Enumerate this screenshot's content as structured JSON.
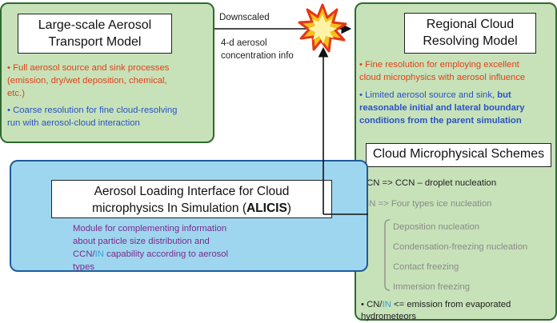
{
  "left_panel": {
    "title_line1": "Large-scale Aerosol",
    "title_line2": "Transport Model",
    "red_line1": "• Full aerosol source and sink processes",
    "red_line2": "(emission, dry/wet deposition, chemical,",
    "red_line3": "etc.)",
    "blue_line1": "• Coarse resolution for fine cloud-resolving",
    "blue_line2": "run with aerosol-cloud interaction"
  },
  "arrow_label": {
    "line1": "Downscaled",
    "line2": "4-d aerosol",
    "line3": "concentration info"
  },
  "right_panel": {
    "title_line1": "Regional Cloud",
    "title_line2": "Resolving Model",
    "red_line1": "• Fine resolution for employing excellent",
    "red_line2": "cloud microphysics with aerosol influence",
    "blue_line1_normal": "• Limited aerosol source and sink, ",
    "blue_line1_bold": "but",
    "blue_line2": "reasonable initial and lateral boundary",
    "blue_line3": "conditions from the parent simulation",
    "schemes_title": "Cloud Microphysical Schemes",
    "cn_line": "• CN => CCN – droplet nucleation",
    "in_line": "• IN => Four types ice nucleation",
    "ice_types": [
      "Deposition nucleation",
      "Condensation-freezing nucleation",
      "Contact freezing",
      "Immersion freezing"
    ],
    "emission_cn": "• CN/",
    "emission_in": "IN",
    "emission_rest": " <= emission from evaporated",
    "emission_line2": "hydrometeors"
  },
  "bottom_panel": {
    "title_line1": "Aerosol Loading Interface for Cloud",
    "title_line2_prefix": "microphysics In Simulation (",
    "title_line2_bold": "ALICIS",
    "title_line2_suffix": ")",
    "desc_line1": "Module for complementing information",
    "desc_line2": "about particle size distribution and",
    "desc_line3_ccn": "CCN/",
    "desc_line3_in": "IN",
    "desc_line3_rest": " capability according to aerosol",
    "desc_line4": "types"
  },
  "colors": {
    "panel_green": "#c7e2b8",
    "panel_blue": "#9fd6ef",
    "text_red": "#e2401a",
    "text_blue": "#2a53c2",
    "text_purple": "#7a2a8a",
    "text_gray": "#8a8a8a"
  },
  "icons": {
    "burst": "explosion-burst-icon"
  }
}
